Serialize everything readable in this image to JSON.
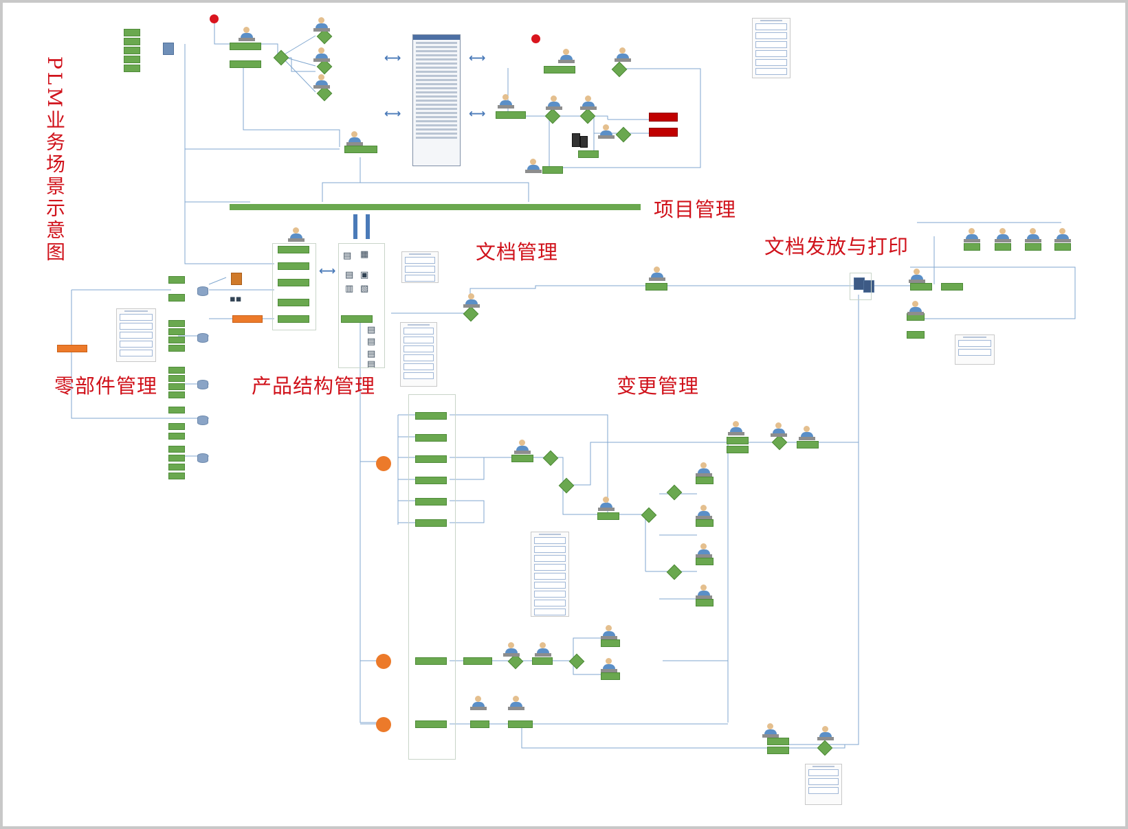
{
  "title": "PLM业务场景示意图",
  "sections": {
    "project": "项目管理",
    "document": "文档管理",
    "release": "文档发放与打印",
    "parts": "零部件管理",
    "structure": "产品结构管理",
    "change": "变更管理"
  },
  "colors": {
    "process_green": "#6aa84f",
    "accent_orange": "#ec7a2a",
    "alert_red": "#c00000",
    "section_red": "#d0121b",
    "flow_line": "#7fa6cf"
  }
}
